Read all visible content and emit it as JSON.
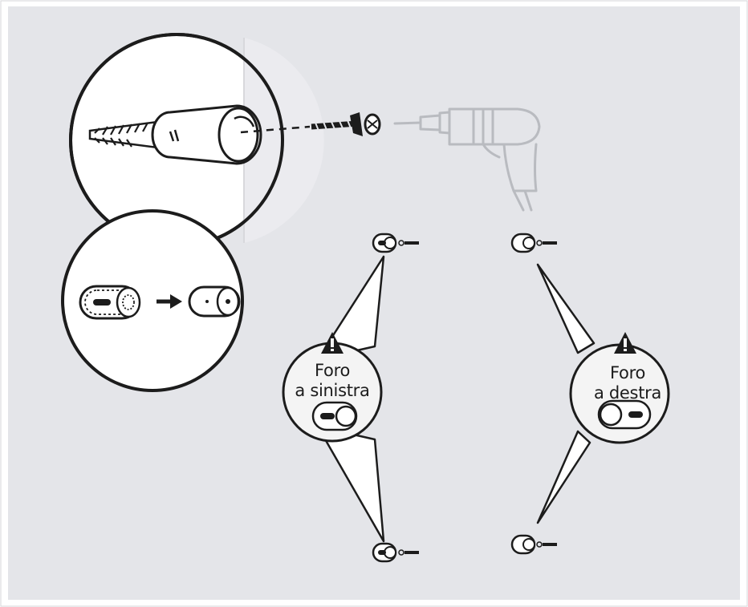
{
  "callouts": {
    "left": {
      "line1": "Foro",
      "line2": "a sinistra"
    },
    "right": {
      "line1": "Foro",
      "line2": "a destra"
    }
  },
  "icons": [
    "warning-icon",
    "drill-icon",
    "screw-icon",
    "anchor-plug-icon",
    "arrow-right-icon"
  ],
  "colors": {
    "panel": "#e4e5e9",
    "stroke": "#1c1c1c",
    "magnifier_fill": "#ffffff",
    "drill": "#b9bbc0",
    "callout_fill": "#f4f4f4"
  }
}
